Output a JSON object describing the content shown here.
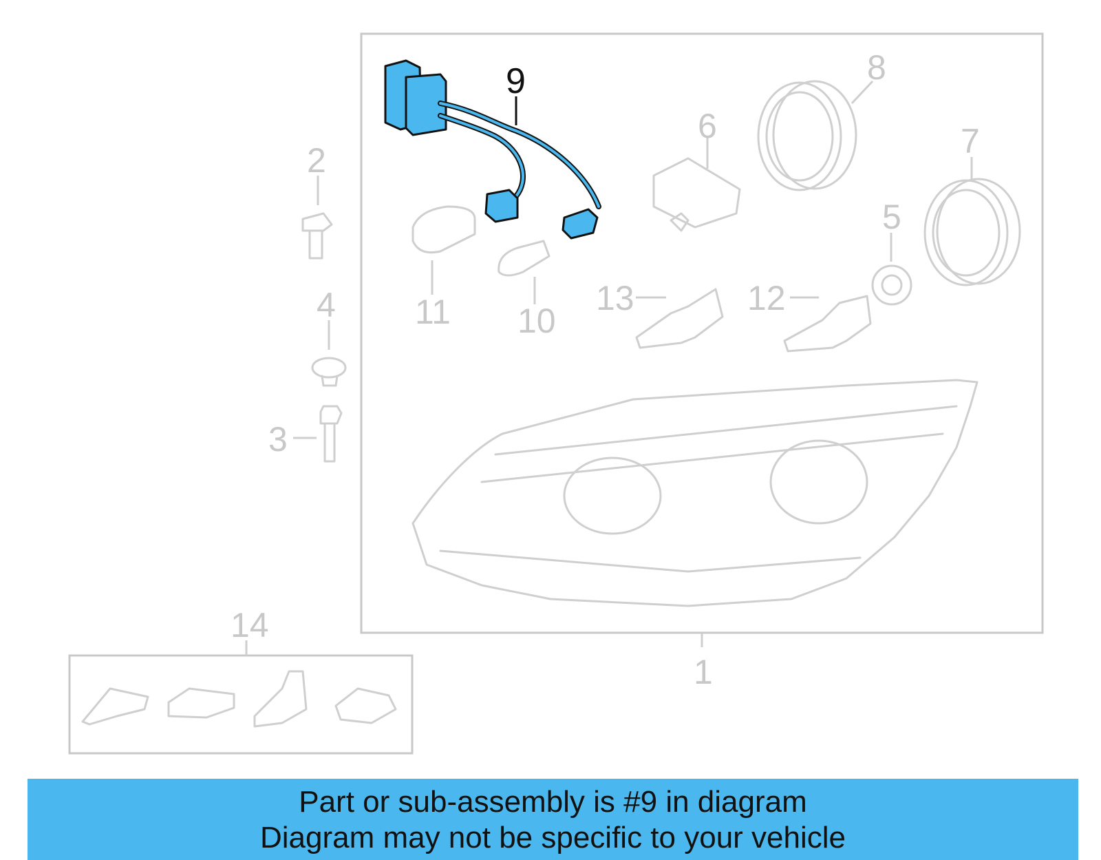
{
  "diagram": {
    "highlighted_part": "9",
    "highlight_color": "#4ab8ee",
    "callouts": {
      "c1": "1",
      "c2": "2",
      "c3": "3",
      "c4": "4",
      "c5": "5",
      "c6": "6",
      "c7": "7",
      "c8": "8",
      "c9": "9",
      "c10": "10",
      "c11": "11",
      "c12": "12",
      "c13": "13",
      "c14": "14"
    }
  },
  "banner": {
    "line1": "Part or sub-assembly is #9 in diagram",
    "line2": "Diagram may not be specific to your vehicle",
    "background": "#4ab8ee"
  }
}
